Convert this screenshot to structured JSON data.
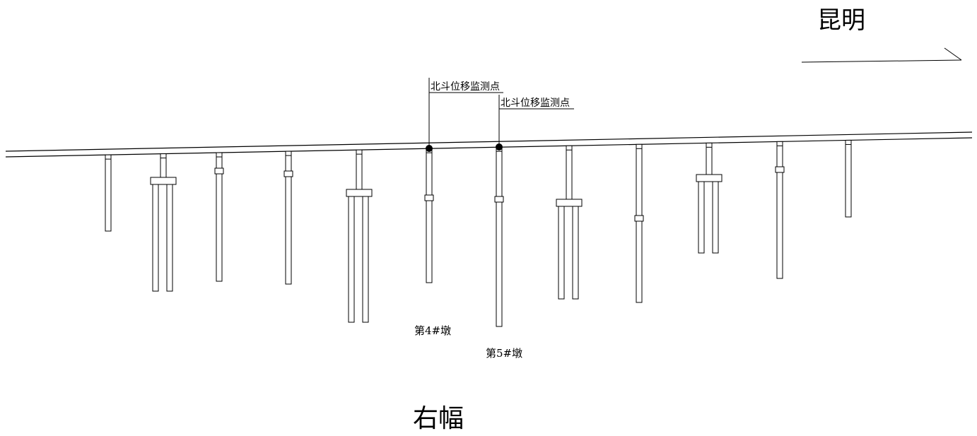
{
  "direction": {
    "label": "昆明"
  },
  "monitoring_points": [
    {
      "label": "北斗位移监测点"
    },
    {
      "label": "北斗位移监测点"
    }
  ],
  "piers": [
    {
      "label": "第4#墩"
    },
    {
      "label": "第5#墩"
    }
  ],
  "caption": "右幅",
  "colors": {
    "line": "#000000",
    "background": "#ffffff"
  }
}
